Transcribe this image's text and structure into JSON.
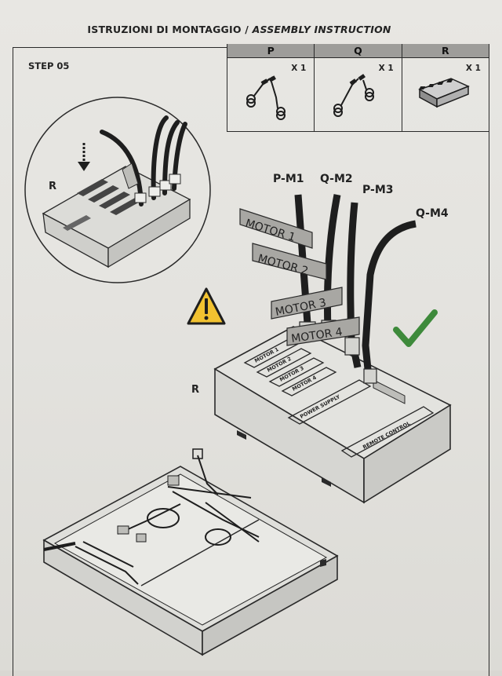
{
  "header": {
    "title_it": "ISTRUZIONI DI MONTAGGIO /",
    "title_en": "ASSEMBLY INSTRUCTION"
  },
  "step": {
    "label": "STEP 05"
  },
  "parts": [
    {
      "letter": "P",
      "qty": "X 1",
      "icon": "cable-p-icon"
    },
    {
      "letter": "Q",
      "qty": "X 1",
      "icon": "cable-q-icon"
    },
    {
      "letter": "R",
      "qty": "X 1",
      "icon": "control-box-icon"
    }
  ],
  "detail": {
    "label": "R"
  },
  "cables": {
    "pm1": "P-M1",
    "qm2": "Q-M2",
    "pm3": "P-M3",
    "qm4": "Q-M4"
  },
  "tags": {
    "motor1": "MOTOR 1",
    "motor2": "MOTOR 2",
    "motor3": "MOTOR 3",
    "motor4": "MOTOR 4"
  },
  "box": {
    "label": "R",
    "slot1": "MOTOR 1",
    "slot2": "MOTOR 2",
    "slot3": "MOTOR 3",
    "slot4": "MOTOR 4",
    "power": "POWER SUPPLY",
    "remote": "REMOTE CONTROL",
    "warning_color": "#f2c230",
    "check_color": "#3e8a3b"
  }
}
